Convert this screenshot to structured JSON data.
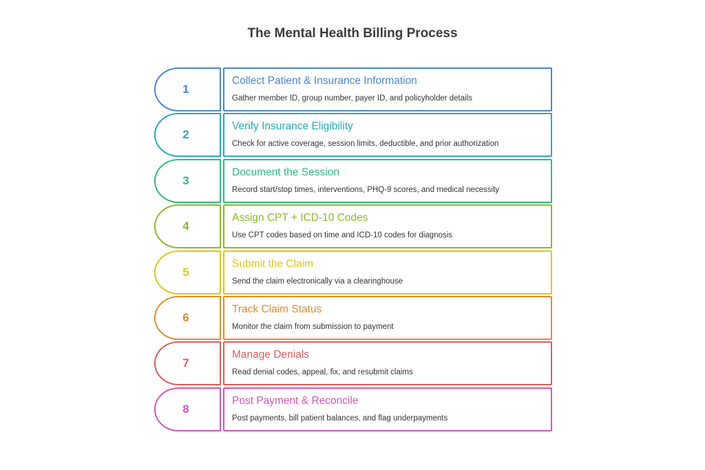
{
  "title": "The Mental Health Billing Process",
  "steps": [
    {
      "number": "1",
      "heading": "Collect Patient & Insurance Information",
      "description": "Gather member ID, group number, payer ID, and policyholder details",
      "color": "#4a86cf"
    },
    {
      "number": "2",
      "heading": "Verify Insurance Eligibility",
      "description": "Check for active coverage, session limits, deductible, and prior authorization",
      "color": "#28a9be"
    },
    {
      "number": "3",
      "heading": "Document the Session",
      "description": "Record start/stop times, interventions, PHQ-9 scores, and medical necessity",
      "color": "#2fba82"
    },
    {
      "number": "4",
      "heading": "Assign CPT + ICD-10 Codes",
      "description": "Use CPT codes based on time and ICD-10 codes for diagnosis",
      "color": "#8ab92f"
    },
    {
      "number": "5",
      "heading": "Submit the Claim",
      "description": "Send the claim electronically via a clearinghouse",
      "color": "#e0c51c"
    },
    {
      "number": "6",
      "heading": "Track Claim Status",
      "description": "Monitor the claim from submission to payment",
      "color": "#df8c32"
    },
    {
      "number": "7",
      "heading": "Manage Denials",
      "description": "Read denial codes, appeal, fix, and resubmit claims",
      "color": "#db5c5c"
    },
    {
      "number": "8",
      "heading": "Post Payment & Reconcile",
      "description": "Post payments, bill patient balances, and flag underpayments",
      "color": "#d357b3"
    }
  ]
}
